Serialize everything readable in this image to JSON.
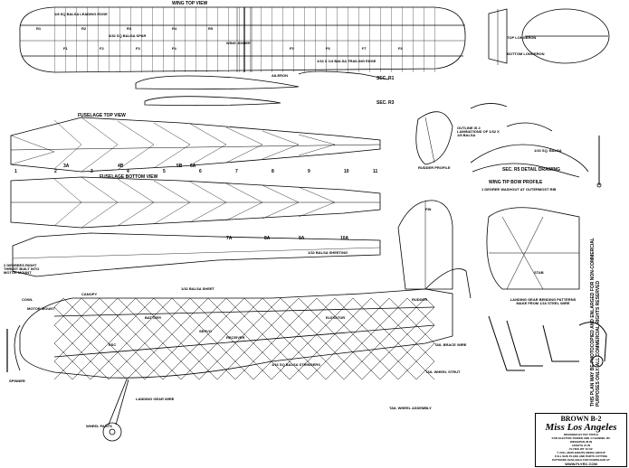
{
  "title_block": {
    "model_name": "BROWN B-2",
    "model_subtitle": "Miss Los Angeles",
    "designer": "DESIGNED BY PAT TRITLE",
    "lines": [
      "FOR ELECTRIC POWER AND 4 CHANNEL RC",
      "WINGSPAN 28 IN",
      "LENGTH 21 IN",
      "FLYING WT 10 OZ",
      "© 2011, MAPLEWAITE MEDIA GROUP",
      "FULL SIZE PLANS AND PARTS CUTTING",
      "PATTERNS AVAILABLE FOR DOWNLOAD AT",
      "WWW.FLYRC.COM"
    ]
  },
  "notice": "THIS PLAN MAY BE PHOTOCOPIED AND ENLARGED FOR NON-COMMERCIAL PURPOSES ONLY. ALL COMMERCIAL RIGHTS RESERVED",
  "views": {
    "fuselage_top": "FUSELAGE TOP VIEW",
    "fuselage_bottom": "FUSELAGE BOTTOM VIEW",
    "wing_tip_bow": "WING TIP BOW PROFILE",
    "washout": "1 DEGREE WASHOUT AT OUTERMOST RIB",
    "sec_r5": "SEC. R5 DETAIL DRAWING",
    "landing_gear": "LANDING GEAR BENDING PATTERNS MAKE FROM 1/16 STEEL WIRE",
    "sec_r1": "SEC. R1",
    "sec_r3": "SEC. R3",
    "dihedral": "2 DEGREES RIGHT THRUST BUILT INTO MOTOR MOUNT"
  },
  "labels": {
    "top_longerons": "TOP LONGERON",
    "bottom_longerons": "BOTTOM LONGERON",
    "battery": "BATTERY",
    "aileron": "AILERON",
    "elevator": "ELEVATOR",
    "rudder": "RUDDER",
    "tail_brace": "TAIL BRACE WIRE",
    "motor_mount": "MOTOR MOUNT",
    "spinner": "SPINNER",
    "landing_gear_wire": "LANDING GEAR WIRE",
    "stringers": "1/16 SQ BALSA STRINGERS",
    "balsa_sheet": "1/32 BALSA SHEET",
    "tail_wheel": "TAIL WHEEL STRUT",
    "wing_joiner": "WING JOINER",
    "servo": "SERVO",
    "receiver": "RECEIVER",
    "esc": "ESC",
    "outline": "OUTLINE IS 2 LAMINATIONS OF 1/32 X 1/8 BALSA",
    "rib_note": "1/16 SQ. BALSA",
    "wheel_pants": "WHEEL PANTS",
    "cowl": "COWL",
    "canopy": "CANOPY",
    "tail_wheel_assembly": "TAIL WHEEL ASSEMBLY",
    "wing_spar": "3/32 SQ BALSA SPAR",
    "trailing_edge": "1/16 X 1/4 BALSA TRAILING EDGE",
    "leading_edge": "1/8 SQ BALSA LEADING EDGE",
    "rudder_profile": "RUDDER PROFILE",
    "stab": "STAB",
    "fin": "FIN",
    "sheeting": "1/32 BALSA SHEETING",
    "top_view_wing": "WING TOP VIEW"
  },
  "stations": [
    "1",
    "2",
    "3",
    "4",
    "5",
    "6",
    "7",
    "8",
    "9",
    "10",
    "11"
  ],
  "formers": [
    "F1",
    "F2",
    "F3",
    "F4",
    "F5",
    "F6",
    "F7",
    "F8"
  ],
  "ribs": [
    "R1",
    "R2",
    "R3",
    "R4",
    "R5"
  ],
  "bulkheads": [
    "3A",
    "4B",
    "5B",
    "6A",
    "7A",
    "8A",
    "9A",
    "10A"
  ]
}
